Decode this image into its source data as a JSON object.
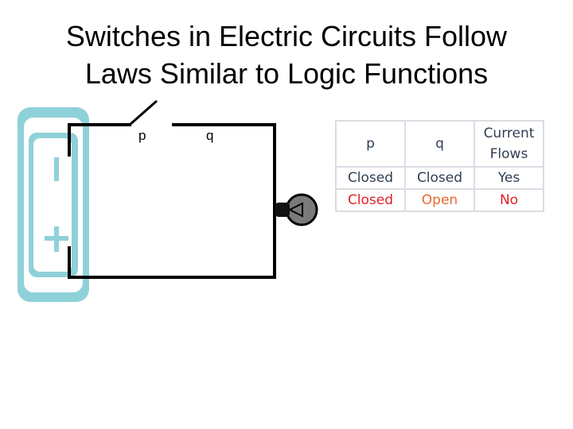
{
  "title": {
    "line1": "Switches in Electric Circuits Follow",
    "line2": "Laws Similar to Logic Functions"
  },
  "switches": {
    "p_label": "p",
    "q_label": "q"
  },
  "battery": {
    "minus_symbol": "−",
    "plus_symbol": "+"
  },
  "table": {
    "headers": [
      "p",
      "q",
      "Current\nFlows"
    ],
    "rows": [
      [
        "Closed",
        "Closed",
        "Yes"
      ],
      [
        "Closed",
        "Open",
        "No"
      ]
    ]
  },
  "colors": {
    "battery_teal": "#8fd1d9",
    "wire": "#000000",
    "table_text": "#2f3f52",
    "highlight_red": "#e0202a",
    "highlight_orange": "#e8672a",
    "table_border": "#d9dde3"
  }
}
